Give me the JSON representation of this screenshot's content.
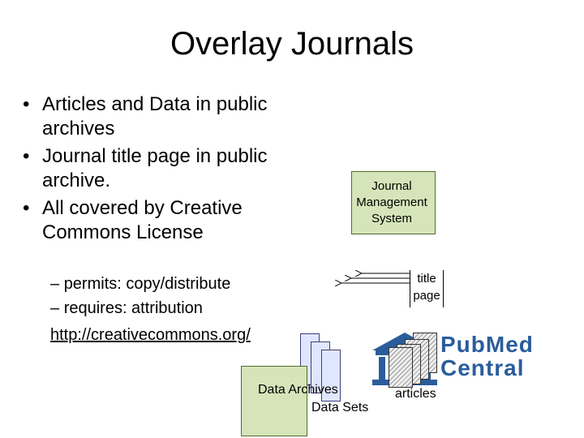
{
  "slide": {
    "title": "Overlay Journals",
    "bullets": [
      "Articles and Data in public archives",
      "Journal title page in public archive.",
      "All covered by Creative Commons License"
    ],
    "sub_bullets": [
      "permits:  copy/distribute",
      "requires: attribution"
    ],
    "link": "http://creativecommons.org/"
  },
  "diagram": {
    "journal_management": "Journal Management System",
    "title_page": "title page",
    "pubmed_logo": "PubMed Central",
    "articles": "articles",
    "data_archives": "Data Archives",
    "data_sets": "Data Sets"
  },
  "colors": {
    "box_fill": "#d5e5b9",
    "doc_fill": "#dfe6ff",
    "pubmed_blue": "#2b5d9c"
  },
  "icons": [
    "bullet-dot",
    "dash",
    "arrow-left",
    "document-stack",
    "pubmed-central-logo"
  ]
}
